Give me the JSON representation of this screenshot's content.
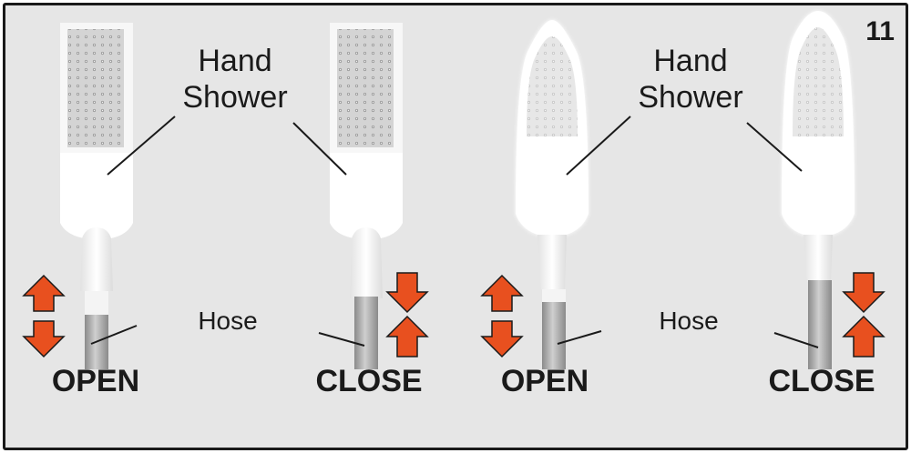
{
  "figure": {
    "step_number": "11",
    "panels": [
      {
        "variant": "square-head",
        "hand_shower_label": [
          "Hand",
          "Shower"
        ],
        "hose_label": "Hose",
        "state_label": "OPEN",
        "arrow_direction": "apart"
      },
      {
        "variant": "square-head",
        "hand_shower_label": [],
        "hose_label": "",
        "state_label": "CLOSE",
        "arrow_direction": "together"
      },
      {
        "variant": "rounded-head",
        "hand_shower_label": [
          "Hand",
          "Shower"
        ],
        "hose_label": "Hose",
        "state_label": "OPEN",
        "arrow_direction": "apart"
      },
      {
        "variant": "rounded-head",
        "hand_shower_label": [],
        "hose_label": "",
        "state_label": "CLOSE",
        "arrow_direction": "together"
      }
    ],
    "colors": {
      "arrow": "#e8501f",
      "frame": "#1a1a1a",
      "background": "#e6e6e6",
      "shower_body": "#ffffff",
      "spray_face": "#d4d4d4",
      "hose": "#b0b0b0"
    }
  }
}
